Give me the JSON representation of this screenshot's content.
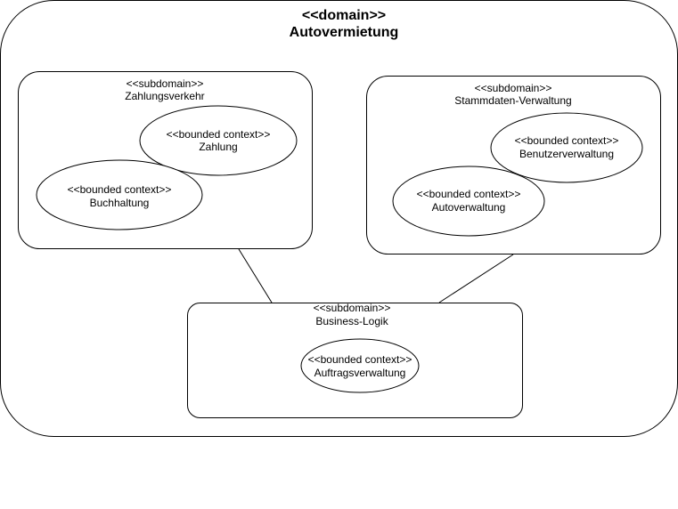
{
  "domain": {
    "stereotype": "<<domain>>",
    "name": "Autovermietung"
  },
  "subdomains": [
    {
      "stereotype": "<<subdomain>>",
      "name": "Zahlungsverkehr",
      "bounded_contexts": [
        {
          "stereotype": "<<bounded context>>",
          "name": "Zahlung"
        },
        {
          "stereotype": "<<bounded context>>",
          "name": "Buchhaltung"
        }
      ]
    },
    {
      "stereotype": "<<subdomain>>",
      "name": "Stammdaten-Verwaltung",
      "bounded_contexts": [
        {
          "stereotype": "<<bounded context>>",
          "name": "Benutzerverwaltung"
        },
        {
          "stereotype": "<<bounded context>>",
          "name": "Autoverwaltung"
        }
      ]
    },
    {
      "stereotype": "<<subdomain>>",
      "name": "Business-Logik",
      "bounded_contexts": [
        {
          "stereotype": "<<bounded context>>",
          "name": "Auftragsverwaltung"
        }
      ]
    }
  ]
}
